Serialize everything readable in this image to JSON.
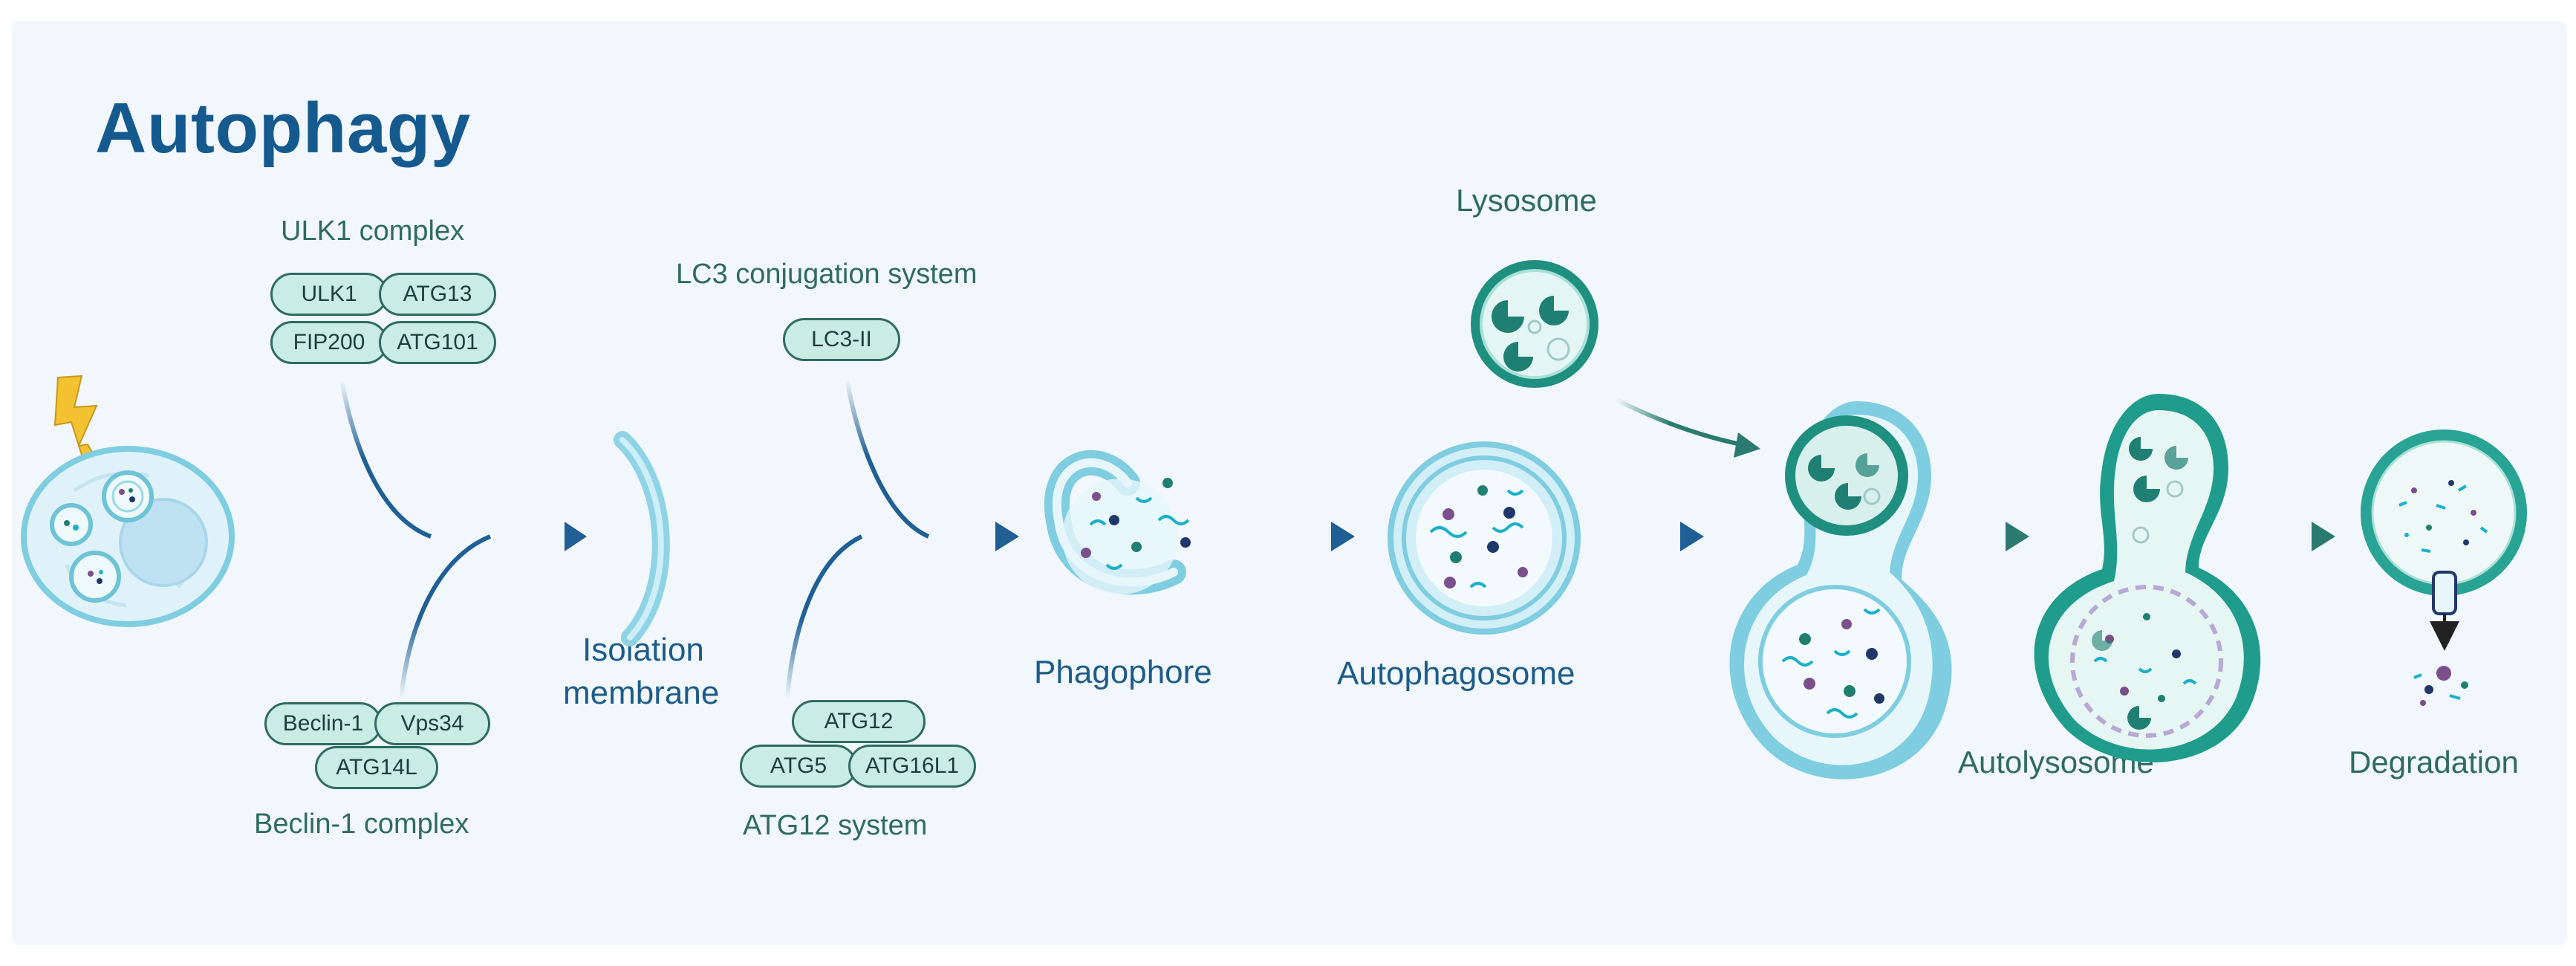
{
  "title": "Autophagy",
  "complexes": {
    "ulk1": {
      "label": "ULK1 complex",
      "members": [
        "ULK1",
        "ATG13",
        "FIP200",
        "ATG101"
      ]
    },
    "beclin1": {
      "label": "Beclin-1 complex",
      "members": [
        "Beclin-1",
        "Vps34",
        "ATG14L"
      ]
    },
    "lc3": {
      "label": "LC3 conjugation system",
      "members": [
        "LC3-II"
      ]
    },
    "atg12": {
      "label": "ATG12 system",
      "members": [
        "ATG12",
        "ATG5",
        "ATG16L1"
      ]
    }
  },
  "stages": {
    "isolation_line1": "Isolation",
    "isolation_line2": "membrane",
    "phagophore": "Phagophore",
    "autophagosome": "Autophagosome",
    "lysosome": "Lysosome",
    "autolysosome": "Autolysosome",
    "degradation": "Degradation"
  },
  "colors": {
    "title": "#155a8e",
    "arrow_blue": "#1f5f96",
    "arrow_teal": "#2b7a70",
    "complex_text": "#2f6b62",
    "pill_fill": "#c9ece4",
    "membrane": "#7fcde0",
    "lysosome_teal": "#1f7f72",
    "cargo_teal": "#1ab0c9",
    "cargo_purple": "#7a4f8c",
    "cargo_navy": "#20376a",
    "lightning": "#f2c230"
  }
}
